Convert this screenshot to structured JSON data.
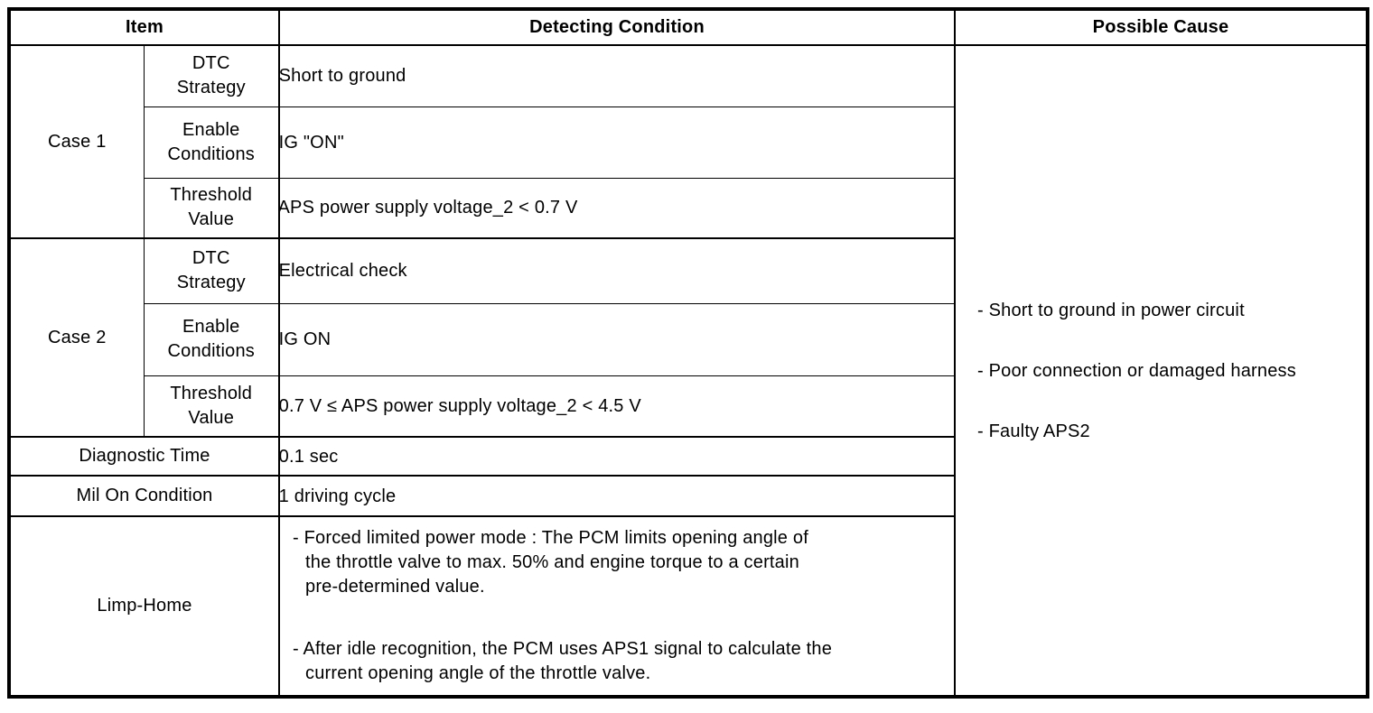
{
  "table": {
    "headers": {
      "item": "Item",
      "detecting_condition": "Detecting Condition",
      "possible_cause": "Possible Cause"
    },
    "case1": {
      "label": "Case 1",
      "dtc_strategy": {
        "label": "DTC\nStrategy",
        "value": "- Short to ground"
      },
      "enable_conditions": {
        "label": "Enable\nConditions",
        "value": "- IG \"ON\""
      },
      "threshold_value": {
        "label": "Threshold\nValue",
        "value": "- APS power supply voltage_2 < 0.7 V"
      }
    },
    "case2": {
      "label": "Case 2",
      "dtc_strategy": {
        "label": "DTC\nStrategy",
        "value": "- Electrical check"
      },
      "enable_conditions": {
        "label": "Enable\nConditions",
        "value": "- IG ON"
      },
      "threshold_value": {
        "label": "Threshold\nValue",
        "value": "- 0.7 V ≤ APS power supply voltage_2 < 4.5 V"
      }
    },
    "diagnostic_time": {
      "label": "Diagnostic Time",
      "value": "- 0.1 sec"
    },
    "mil_on_condition": {
      "label": "Mil On Condition",
      "value": "- 1 driving cycle"
    },
    "limp_home": {
      "label": "Limp-Home",
      "paragraphs": [
        "- Forced limited power mode : The PCM limits opening angle of\nthe throttle valve to max. 50% and engine torque to a certain\npre-determined value.",
        "- After idle recognition, the PCM uses APS1 signal to calculate the\ncurrent opening angle of the throttle valve."
      ]
    },
    "possible_cause": {
      "items": [
        "- Short to ground in power circuit",
        "- Poor connection or damaged harness",
        "- Faulty APS2"
      ]
    },
    "colors": {
      "border": "#000000",
      "background": "#ffffff",
      "text": "#000000"
    }
  }
}
